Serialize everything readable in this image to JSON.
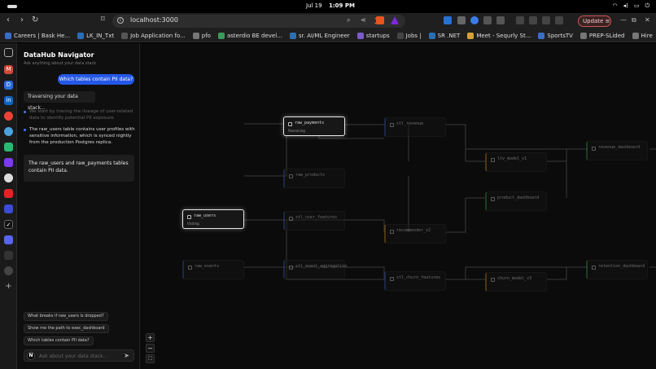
{
  "os": {
    "date": "Jul 19",
    "time": "1:09 PM"
  },
  "browser": {
    "url": "localhost:3000",
    "update_label": "Update"
  },
  "bookmarks": [
    {
      "label": "Careers | Bask He...",
      "color": "#3b6cc8"
    },
    {
      "label": "LK_IN_Txt",
      "color": "#2a6fb3"
    },
    {
      "label": "Job Application fo...",
      "color": "#555555"
    },
    {
      "label": "pfo",
      "color": "#777777"
    },
    {
      "label": "asterdio BE devel...",
      "color": "#3a9a5a"
    },
    {
      "label": "sr. AI/ML Engineer",
      "color": "#2a6fb3"
    },
    {
      "label": "startups",
      "color": "#7b5cc8"
    },
    {
      "label": "Jobs |",
      "color": "#444444"
    },
    {
      "label": "SR .NET",
      "color": "#2a6fb3"
    },
    {
      "label": "Meet - Sequrly St...",
      "color": "#d6a13a"
    },
    {
      "label": "SportsTV",
      "color": "#3b6cc8"
    },
    {
      "label": "PREP-SLided",
      "color": "#777777"
    },
    {
      "label": "Hire",
      "color": "#777777"
    }
  ],
  "chat": {
    "title": "DataHub Navigator",
    "subtitle": "Ask anything about your data stack",
    "user_message": "Which tables contain PII data?",
    "status": "Traversing your data stack...",
    "steps": [
      "We start by tracing the lineage of user-related data to identify potential PII exposure.",
      "The raw_users table contains user profiles with sensitive information, which is synced nightly from the production Postgres replica."
    ],
    "answer": "The raw_users and raw_payments tables contain PII data.",
    "suggestions": [
      "What breaks if raw_users is dropped?",
      "Show me the path to exec_dashboard",
      "Which tables contain PII data?"
    ],
    "input_placeholder": "Ask about your data stack...",
    "avatar_letter": "N"
  },
  "lineage": {
    "nodes": [
      {
        "id": "raw_payments",
        "name": "raw_payments",
        "status": "Reasoning",
        "state": "lit"
      },
      {
        "id": "raw_products",
        "name": "raw_products",
        "status": "",
        "state": "dim"
      },
      {
        "id": "raw_users",
        "name": "raw_users",
        "status": "Visiting",
        "state": "lit"
      },
      {
        "id": "raw_events",
        "name": "raw_events",
        "status": "",
        "state": "dim"
      },
      {
        "id": "stl_revenue",
        "name": "stl_revenue",
        "status": "",
        "state": "dim"
      },
      {
        "id": "stl_user_features",
        "name": "stl_user_features",
        "status": "",
        "state": "dim"
      },
      {
        "id": "stl_event_aggregation",
        "name": "stl_event_aggregation",
        "status": "",
        "state": "dim"
      },
      {
        "id": "recommender_v2",
        "name": "recommender_v2",
        "status": "",
        "state": "dim"
      },
      {
        "id": "stl_churn_features",
        "name": "stl_churn_features",
        "status": "",
        "state": "dim"
      },
      {
        "id": "ltv_model_v1",
        "name": "ltv_model_v1",
        "status": "",
        "state": "dim"
      },
      {
        "id": "product_dashboard",
        "name": "product_dashboard",
        "status": "",
        "state": "dim"
      },
      {
        "id": "churn_model_v3",
        "name": "churn_model_v3",
        "status": "",
        "state": "dim"
      },
      {
        "id": "revenue_dashboard",
        "name": "revenue_dashboard",
        "status": "",
        "state": "dim"
      },
      {
        "id": "retention_dashboard",
        "name": "retention_dashboard",
        "status": "",
        "state": "dim"
      }
    ]
  },
  "colors": {
    "accent": "#2457e6",
    "canvas": "#0b0b0b",
    "panel": "#0f0f0f"
  }
}
